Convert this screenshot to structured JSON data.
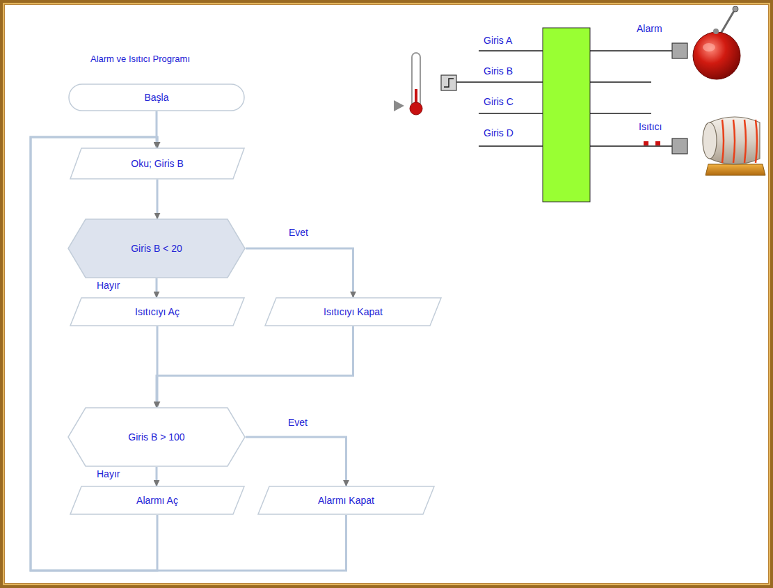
{
  "diagram": {
    "title": "Alarm ve Isıtıcı Programı",
    "nodes": [
      {
        "text": [
          "Başla"
        ]
      },
      {
        "text": [
          "Oku; Giris B"
        ]
      },
      {
        "text": [
          "Giris B < 20"
        ]
      },
      {
        "text": [
          "Isıtıcıyı Aç"
        ]
      },
      {
        "text": [
          "Isıtıcıyı Kapat"
        ]
      },
      {
        "text": [
          "Giris B > 100"
        ]
      },
      {
        "text": [
          "Alarmı Aç"
        ]
      },
      {
        "text": [
          "Alarmı Kapat"
        ]
      }
    ],
    "edges": [
      {
        "from": 0,
        "to": 1,
        "arrow": "to"
      },
      {
        "from": 1,
        "to": 2,
        "arrow": "to"
      },
      {
        "from": 2,
        "to": 3,
        "label": "Hayır",
        "arrow": "to"
      },
      {
        "from": 2,
        "to": 4,
        "label": "Evet",
        "arrow": "to"
      },
      {
        "from": 3,
        "to": 5,
        "arrow": "to"
      },
      {
        "from": 4,
        "to": 5,
        "arrow": "to"
      },
      {
        "from": 5,
        "to": 6,
        "label": "Hayır",
        "arrow": "to"
      },
      {
        "from": 5,
        "to": 7,
        "label": "Evet",
        "arrow": "to"
      },
      {
        "from": 6,
        "to": 1,
        "arrow": "to"
      },
      {
        "from": 7,
        "to": 1,
        "arrow": "to"
      }
    ],
    "labels": [
      "Giris A",
      "Giris B",
      "Giris C",
      "Giris D",
      "Alarm",
      "Isıtıcı"
    ]
  }
}
